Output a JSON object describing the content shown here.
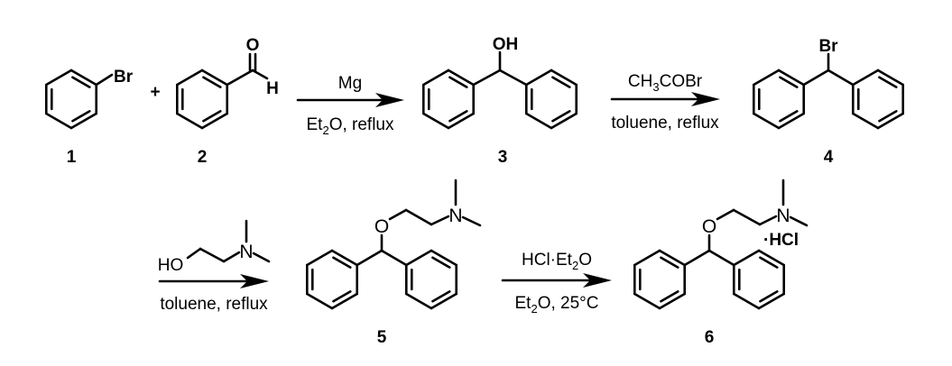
{
  "compounds": [
    {
      "id": "1",
      "label": "1",
      "atoms": {
        "br": "Br"
      }
    },
    {
      "id": "2",
      "label": "2",
      "atoms": {
        "o": "O",
        "h": "H"
      }
    },
    {
      "id": "3",
      "label": "3",
      "atoms": {
        "oh": "OH"
      }
    },
    {
      "id": "4",
      "label": "4",
      "atoms": {
        "br": "Br"
      }
    },
    {
      "id": "5",
      "label": "5",
      "atoms": {
        "o": "O",
        "n": "N"
      }
    },
    {
      "id": "6",
      "label": "6",
      "atoms": {
        "o": "O",
        "n": "N",
        "salt": "·HCl"
      }
    }
  ],
  "plus": "+",
  "steps": [
    {
      "above": {
        "pre": "Mg",
        "sub": "",
        "post": ""
      },
      "below": {
        "pre": "Et",
        "sub": "2",
        "post": "O, reflux"
      }
    },
    {
      "above": {
        "pre": "CH",
        "sub": "3",
        "post": "COBr"
      },
      "below": {
        "pre": "toluene, reflux",
        "sub": "",
        "post": ""
      }
    },
    {
      "above": {
        "pre": "HO",
        "n": "N"
      },
      "below": {
        "pre": "toluene, reflux",
        "sub": "",
        "post": ""
      }
    },
    {
      "above": {
        "pre": "HCl·Et",
        "sub": "2",
        "post": "O"
      },
      "below": {
        "pre": "Et",
        "sub": "2",
        "post": "O, 25°C"
      }
    }
  ],
  "colors": {
    "ink": "#000000",
    "background": "#ffffff"
  }
}
